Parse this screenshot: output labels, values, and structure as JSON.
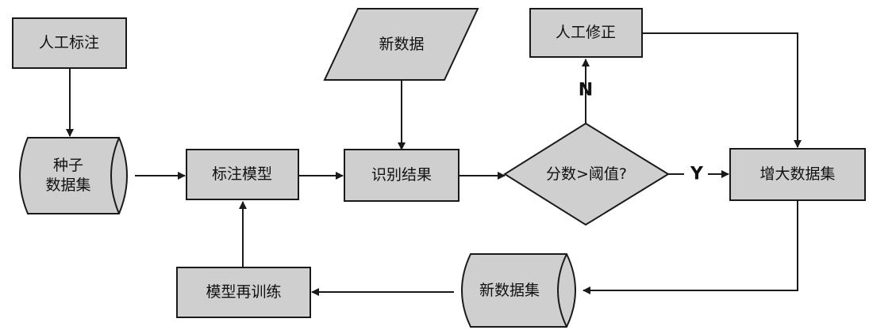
{
  "nodes": {
    "manual_label": "人工标注",
    "seed_dataset_line1": "种子",
    "seed_dataset_line2": "数据集",
    "label_model": "标注模型",
    "new_data": "新数据",
    "recognition_result": "识别结果",
    "score_threshold": "分数>阈值?",
    "manual_correction": "人工修正",
    "augmented_dataset": "增大数据集",
    "new_dataset": "新数据集",
    "model_retrain": "模型再训练"
  },
  "edge_labels": {
    "no": "N",
    "yes": "Y"
  },
  "colors": {
    "node_fill": "#cfcfcf",
    "stroke": "#1a1a1a",
    "text": "#111111"
  }
}
